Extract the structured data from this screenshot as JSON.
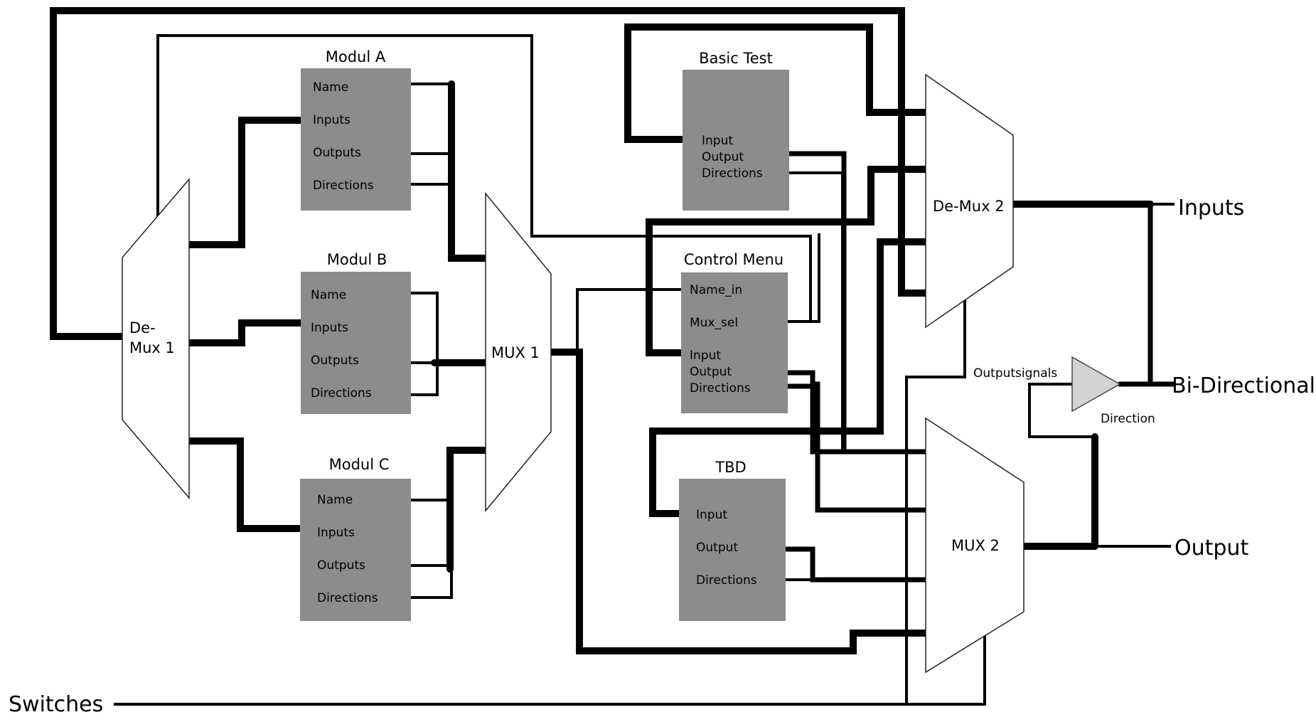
{
  "modules": {
    "modul_a": {
      "title": "Modul A",
      "ports": [
        "Name",
        "Inputs",
        "Outputs",
        "Directions"
      ]
    },
    "modul_b": {
      "title": "Modul B",
      "ports": [
        "Name",
        "Inputs",
        "Outputs",
        "Directions"
      ]
    },
    "modul_c": {
      "title": "Modul C",
      "ports": [
        "Name",
        "Inputs",
        "Outputs",
        "Directions"
      ]
    },
    "basic_test": {
      "title": "Basic Test",
      "ports": [
        "Input",
        "Output",
        "Directions"
      ]
    },
    "control_menu": {
      "title": "Control Menu",
      "ports": [
        "Name_in",
        "Mux_sel",
        "Input",
        "Output",
        "Directions"
      ]
    },
    "tbd": {
      "title": "TBD",
      "ports": [
        "Input",
        "Output",
        "Directions"
      ]
    }
  },
  "muxes": {
    "demux1_line1": "De-",
    "demux1_line2": "Mux 1",
    "mux1": "MUX 1",
    "demux2": "De-Mux 2",
    "mux2": "MUX 2"
  },
  "io": {
    "inputs": "Inputs",
    "bidirectional": "Bi-Directional",
    "output": "Output",
    "switches": "Switches"
  },
  "buffer": {
    "outputsignals": "Outputsignals",
    "direction": "Direction"
  },
  "colors": {
    "box_fill": "#8c8c8c",
    "wire": "#000000",
    "buffer_fill": "#d3d3d3",
    "background": "#ffffff"
  }
}
